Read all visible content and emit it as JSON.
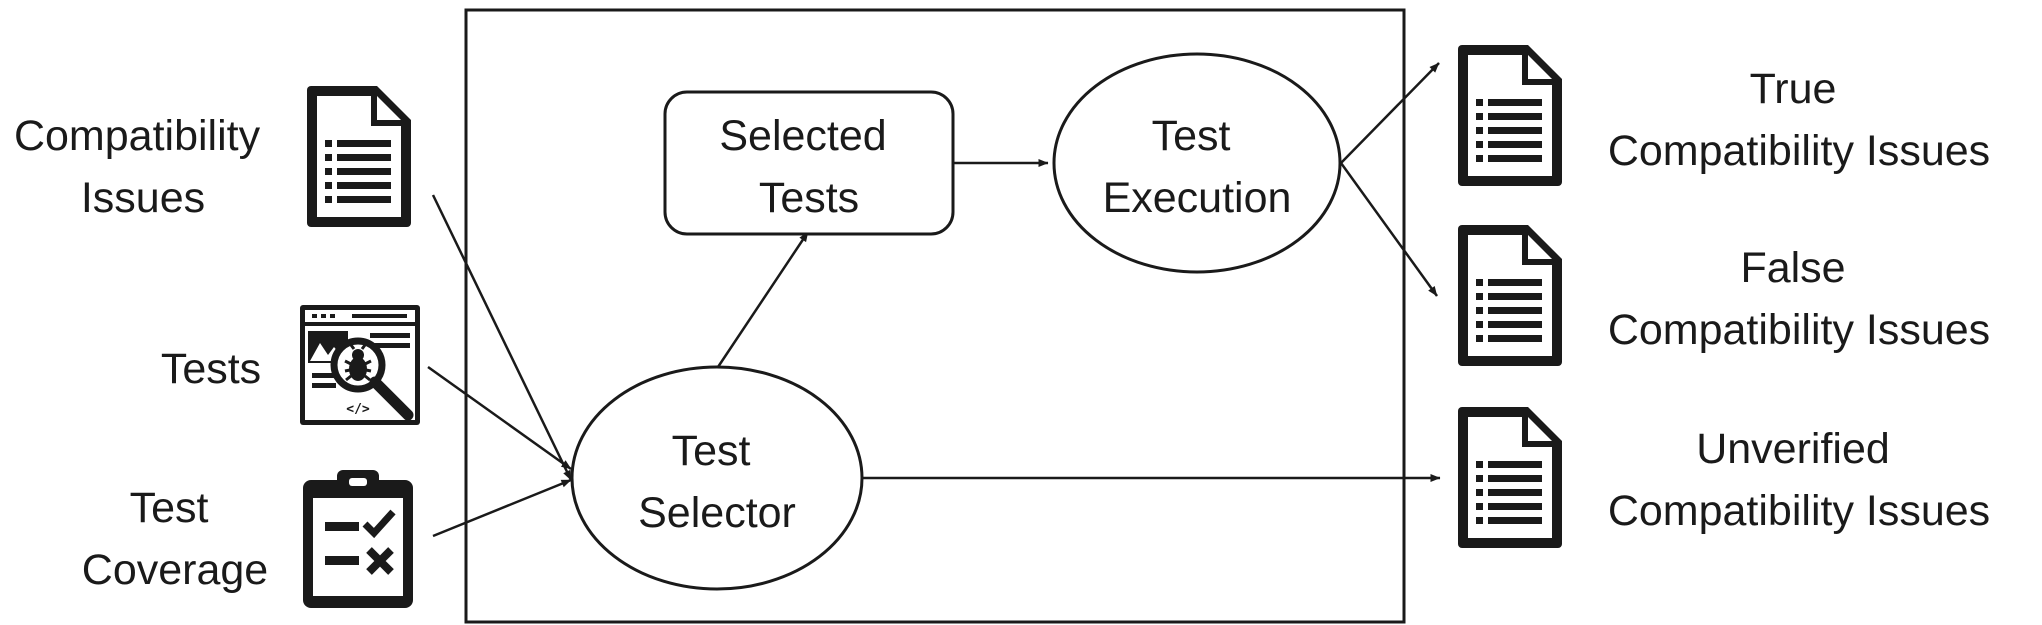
{
  "inputs": {
    "compatibility_issues": [
      "Compatibility",
      "Issues"
    ],
    "tests": [
      "Tests"
    ],
    "test_coverage": [
      "Test",
      "Coverage"
    ]
  },
  "nodes": {
    "selected_tests": [
      "Selected",
      "Tests"
    ],
    "test_execution": [
      "Test",
      "Execution"
    ],
    "test_selector": [
      "Test",
      "Selector"
    ]
  },
  "outputs": {
    "true_issues": [
      "True",
      "Compatibility Issues"
    ],
    "false_issues": [
      "False",
      "Compatibility Issues"
    ],
    "unverified_issues": [
      "Unverified",
      "Compatibility Issues"
    ]
  },
  "icons": {
    "compatibility_issues": "document-icon",
    "tests": "bug-search-browser-icon",
    "test_coverage": "clipboard-checklist-icon",
    "outputs": "document-icon"
  }
}
